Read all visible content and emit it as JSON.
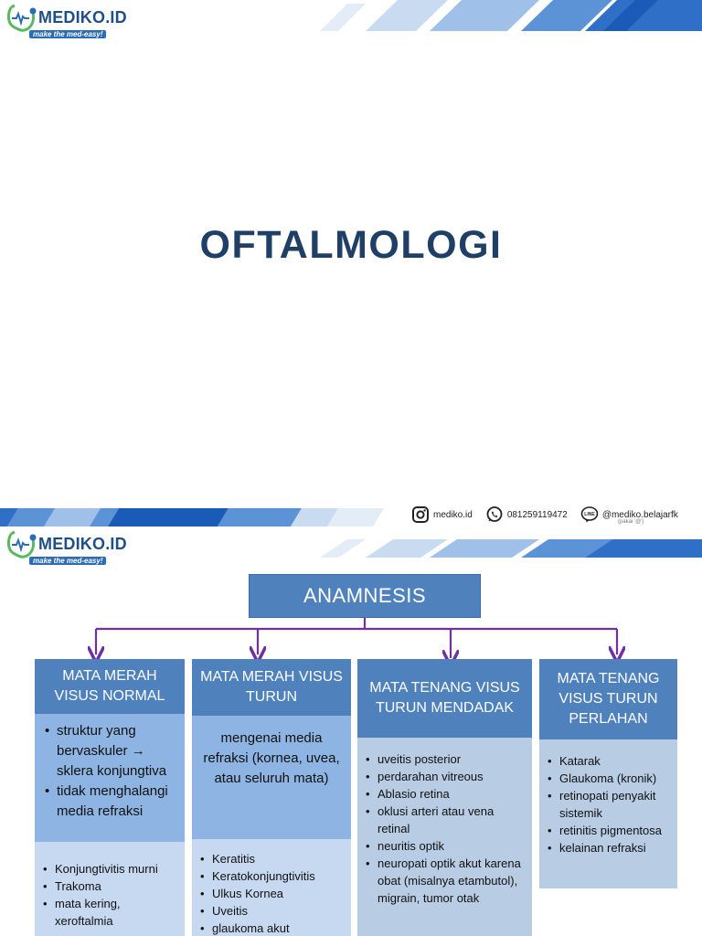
{
  "brand": {
    "name": "MEDIKO.ID",
    "tagline": "make the med-easy!",
    "colors": {
      "primary": "#1f4f8b",
      "accent": "#2a6cb5",
      "green": "#5cb85c"
    }
  },
  "slide1": {
    "title": "OFTALMOLOGI",
    "contacts": [
      {
        "icon": "instagram-icon",
        "text": "mediko.id"
      },
      {
        "icon": "whatsapp-icon",
        "text": "081259119472"
      },
      {
        "icon": "line-icon",
        "text": "@mediko.belajarfk"
      }
    ],
    "line_note": "(pakai '@')"
  },
  "slide2": {
    "root": "ANAMNESIS",
    "columns": [
      {
        "header": "MATA MERAH VISUS NORMAL",
        "desc": [
          "struktur yang bervaskuler → sklera konjungtiva",
          "tidak menghalangi media refraksi"
        ],
        "items": [
          "Konjungtivitis murni",
          "Trakoma",
          "mata kering, xeroftalmia"
        ]
      },
      {
        "header": "MATA MERAH VISUS TURUN",
        "desc_text": "mengenai media refraksi (kornea, uvea, atau seluruh mata)",
        "items": [
          "Keratitis",
          "Keratokonjungtivitis",
          "Ulkus Kornea",
          "Uveitis",
          "glaukoma akut"
        ]
      },
      {
        "header": "MATA TENANG VISUS TURUN MENDADAK",
        "items": [
          "uveitis posterior",
          "perdarahan vitreous",
          "Ablasio retina",
          "oklusi arteri atau vena retinal",
          "neuritis optik",
          "neuropati optik akut karena obat (misalnya etambutol), migrain, tumor otak"
        ]
      },
      {
        "header": "MATA TENANG VISUS TURUN PERLAHAN",
        "items": [
          "Katarak",
          "Glaukoma (kronik)",
          "retinopati penyakit sistemik",
          "retinitis pigmentosa",
          "kelainan refraksi"
        ]
      }
    ]
  }
}
